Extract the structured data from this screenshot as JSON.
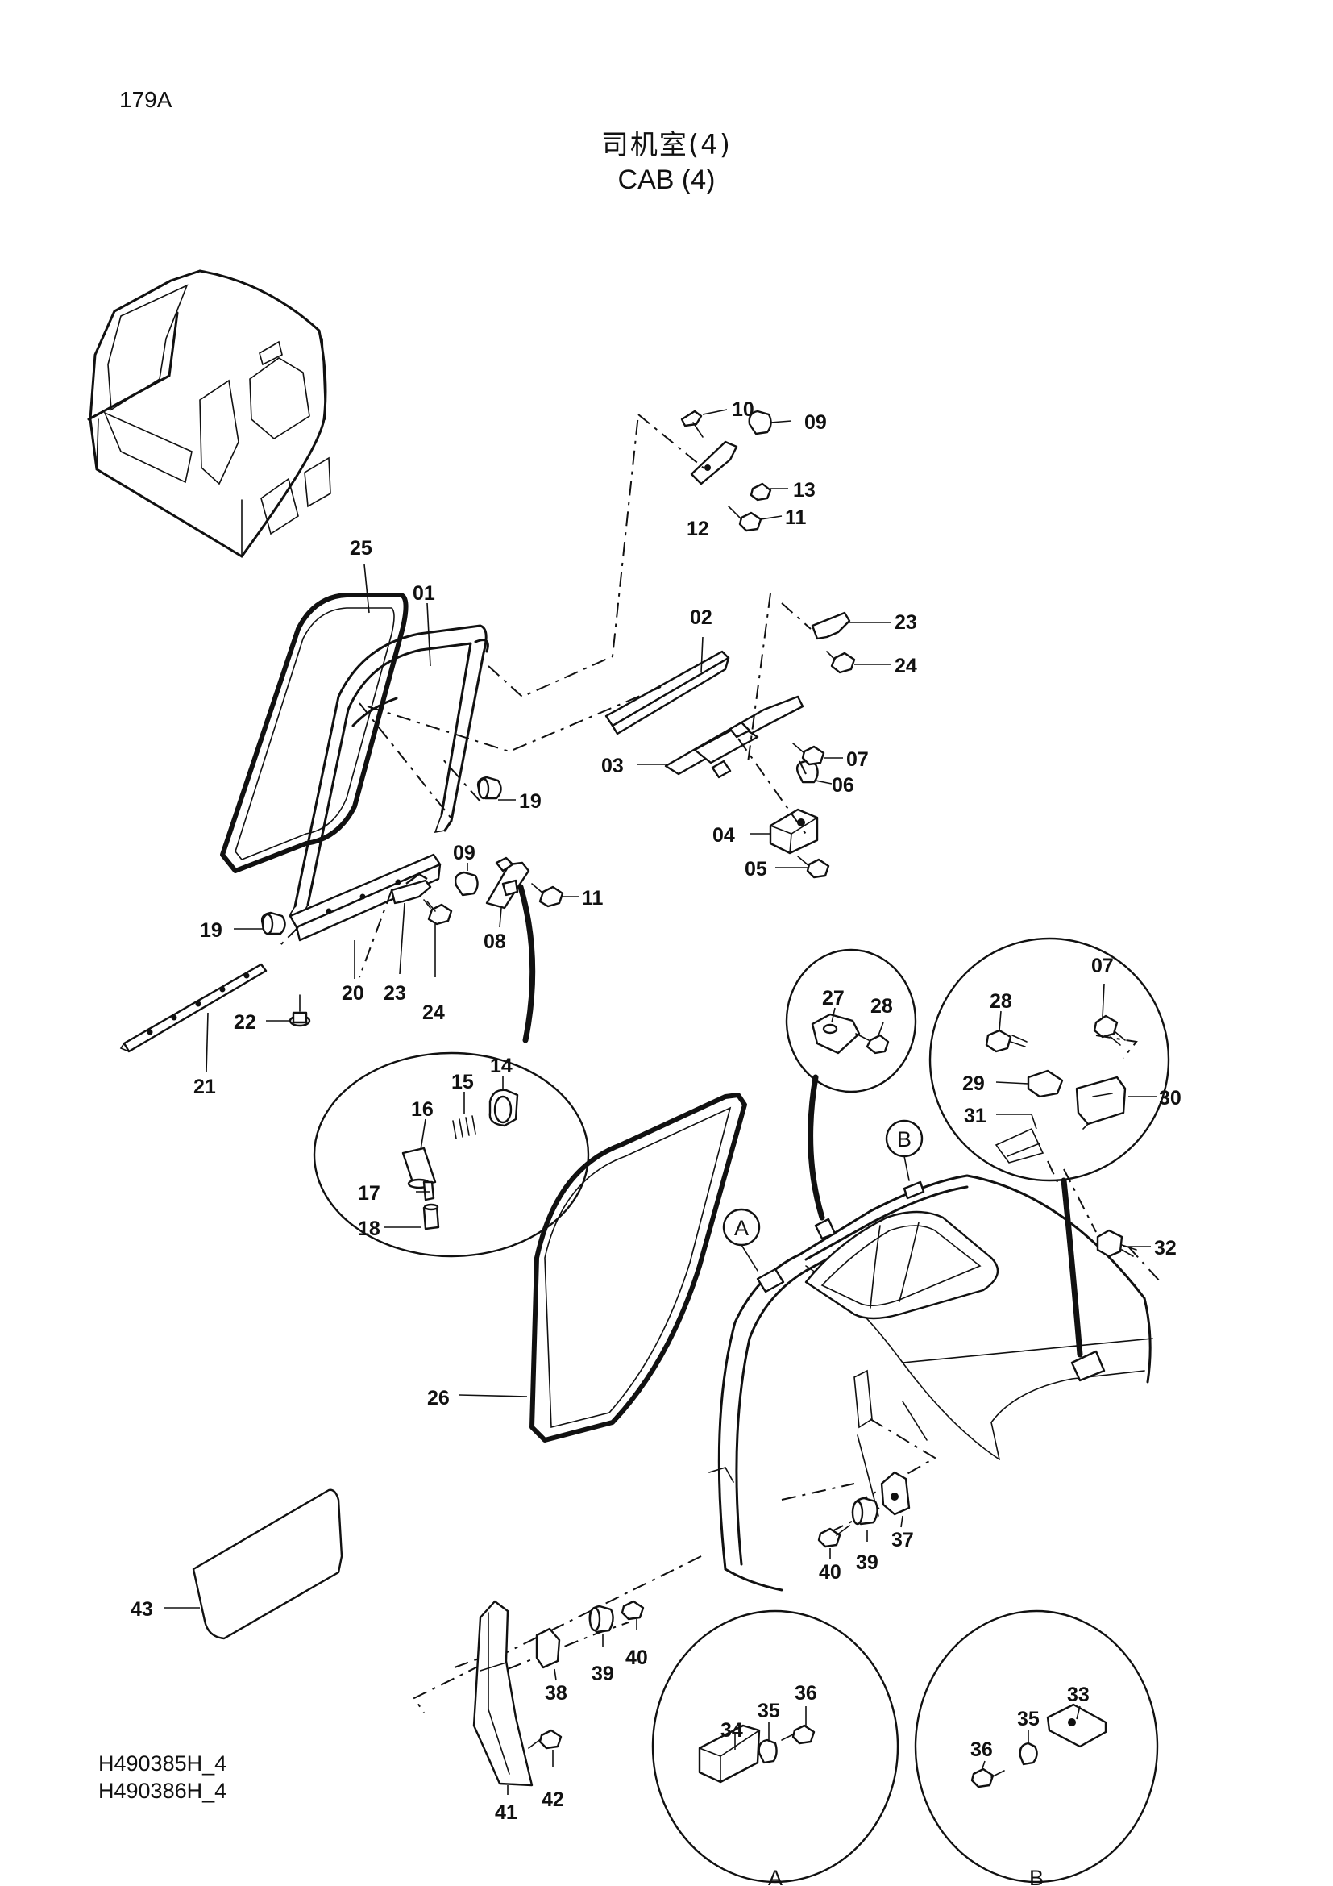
{
  "page_number": "179A",
  "title_cn": "司机室(4)",
  "title_en": "CAB (4)",
  "drawing_numbers": [
    "H490385H_4",
    "H490386H_4"
  ],
  "view_markers": [
    "A",
    "B"
  ],
  "callouts": {
    "c01": "01",
    "c02": "02",
    "c03": "03",
    "c04": "04",
    "c05": "05",
    "c06": "06",
    "c07a": "07",
    "c07b": "07",
    "c08": "08",
    "c09a": "09",
    "c09b": "09",
    "c10": "10",
    "c11a": "11",
    "c11b": "11",
    "c12": "12",
    "c13": "13",
    "c14": "14",
    "c15": "15",
    "c16": "16",
    "c17": "17",
    "c18": "18",
    "c19a": "19",
    "c19b": "19",
    "c20": "20",
    "c21": "21",
    "c22": "22",
    "c23a": "23",
    "c23b": "23",
    "c24a": "24",
    "c24b": "24",
    "c25": "25",
    "c26": "26",
    "c27": "27",
    "c28a": "28",
    "c28b": "28",
    "c29": "29",
    "c30": "30",
    "c31": "31",
    "c32": "32",
    "c33": "33",
    "c34": "34",
    "c35a": "35",
    "c35b": "35",
    "c36a": "36",
    "c36b": "36",
    "c37": "37",
    "c38": "38",
    "c39a": "39",
    "c39b": "39",
    "c40a": "40",
    "c40b": "40",
    "c41": "41",
    "c42": "42",
    "c43": "43"
  }
}
